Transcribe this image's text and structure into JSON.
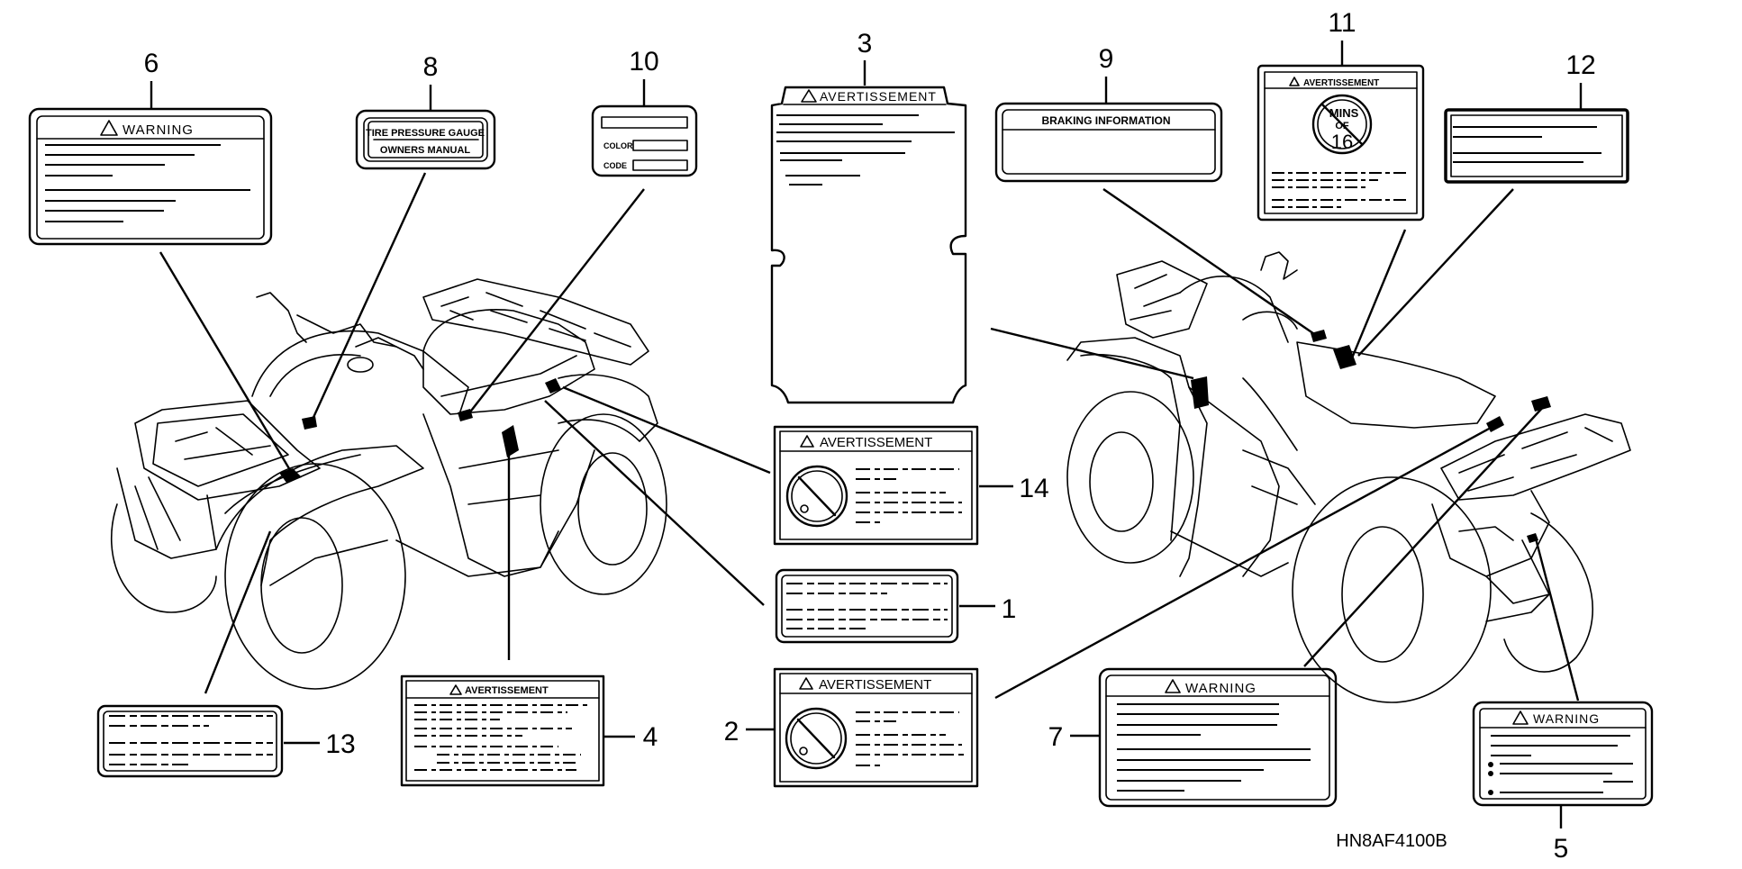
{
  "diagram": {
    "figure_code": "HN8AF4100B",
    "labels": [
      {
        "callout": "1",
        "name": "caution-label-1",
        "header": ""
      },
      {
        "callout": "2",
        "name": "warning-label-2",
        "header": "AVERTISSEMENT",
        "icon": "no-tampering-icon"
      },
      {
        "callout": "3",
        "name": "warning-label-3",
        "header": "AVERTISSEMENT"
      },
      {
        "callout": "4",
        "name": "warning-label-4",
        "header": "AVERTISSEMENT"
      },
      {
        "callout": "5",
        "name": "warning-label-5",
        "header": "WARNING"
      },
      {
        "callout": "6",
        "name": "warning-label-6",
        "header": "WARNING"
      },
      {
        "callout": "7",
        "name": "warning-label-7",
        "header": "WARNING"
      },
      {
        "callout": "8",
        "name": "tire-pressure-label-8",
        "line1": "TIRE PRESSURE GAUGE",
        "line2": "OWNERS MANUAL"
      },
      {
        "callout": "9",
        "name": "braking-info-label-9",
        "header": "BRAKING INFORMATION"
      },
      {
        "callout": "10",
        "name": "color-label-10",
        "field1": "COLOR",
        "field2": "CODE"
      },
      {
        "callout": "11",
        "name": "age-warning-label-11",
        "header": "AVERTISSEMENT",
        "badge_top": "MINS",
        "badge_mid": "OF",
        "badge_num": "16"
      },
      {
        "callout": "12",
        "name": "caution-label-12",
        "header": ""
      },
      {
        "callout": "13",
        "name": "caution-label-13",
        "header": ""
      },
      {
        "callout": "14",
        "name": "warning-label-14",
        "header": "AVERTISSEMENT",
        "icon": "no-tampering-icon"
      }
    ]
  }
}
